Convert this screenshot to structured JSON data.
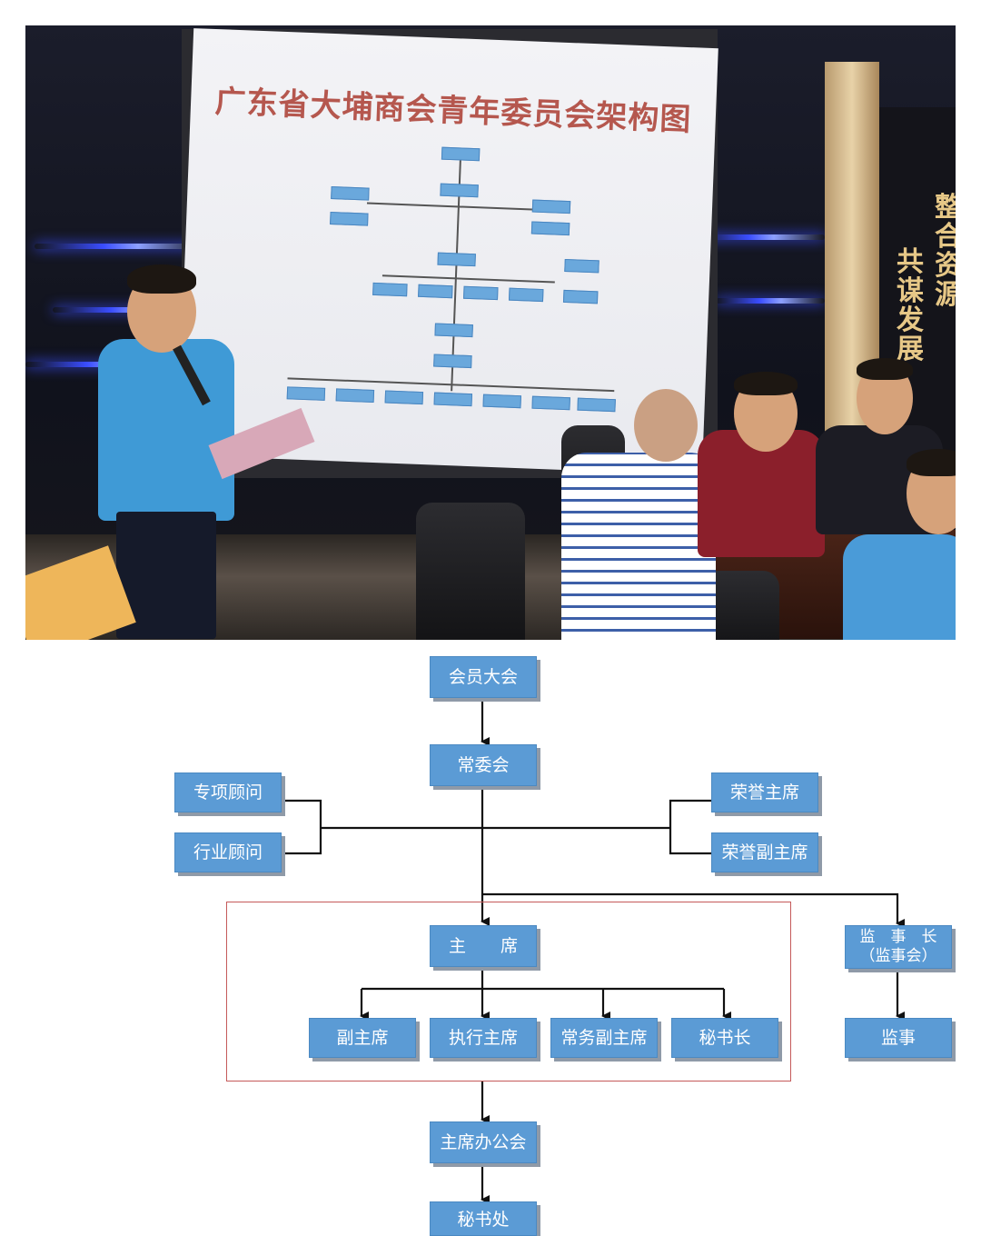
{
  "photo": {
    "screen_title": "广东省大埔商会青年委员会架构图",
    "slogan_right": "整合资源",
    "slogan_left": "共谋发展"
  },
  "org_chart": {
    "nodes": {
      "general_assembly": "会员大会",
      "standing_committee": "常委会",
      "special_advisor": "专项顾问",
      "industry_advisor": "行业顾问",
      "honorary_chair": "荣誉主席",
      "honorary_vice_chair": "荣誉副主席",
      "chair": "主　　席",
      "supervisor_chief": "监　事　长\n（监事会）",
      "vice_chair": "副主席",
      "executive_chair": "执行主席",
      "standing_vice_chair": "常务副主席",
      "secretary_general": "秘书长",
      "supervisor": "监事",
      "chair_office_meeting": "主席办公会",
      "secretariat": "秘书处"
    },
    "colors": {
      "box_fill": "#5b9bd5",
      "box_shadow": "#8f9aa8",
      "connector": "#111111",
      "group_frame": "#c55a5a"
    }
  }
}
